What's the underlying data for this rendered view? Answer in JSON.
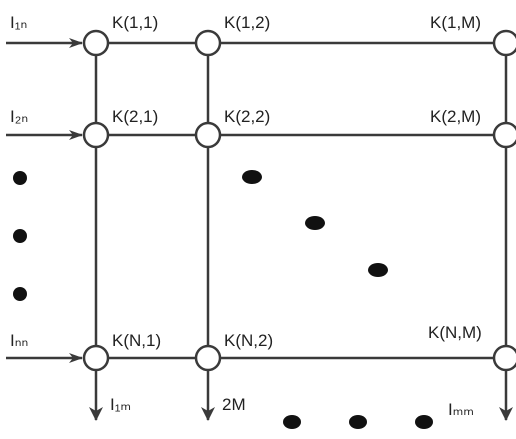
{
  "diagram": {
    "colors": {
      "line": "#3a3a3a",
      "node_fill": "#ffffff",
      "dot": "#111111",
      "text": "#222222"
    },
    "inputs": [
      "I₁ₙ",
      "I₂ₙ",
      "Iₙₙ"
    ],
    "outputs": [
      "I₁ₘ",
      "2M",
      "Iₘₘ"
    ],
    "nodes": {
      "r1c1": "K(1,1)",
      "r1c2": "K(1,2)",
      "r1cm": "K(1,M)",
      "r2c1": "K(2,1)",
      "r2c2": "K(2,2)",
      "r2cm": "K(2,M)",
      "rnc1": "K(N,1)",
      "rnc2": "K(N,2)",
      "rncm": "K(N,M)"
    }
  }
}
